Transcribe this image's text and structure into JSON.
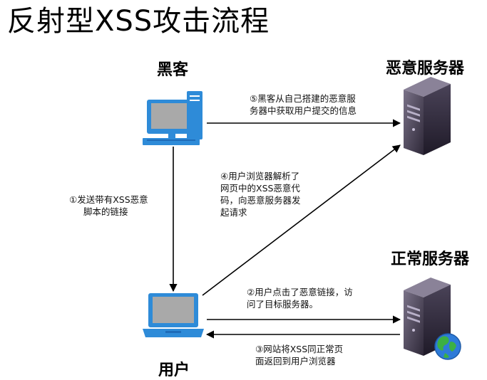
{
  "title": "反射型XSS攻击流程",
  "nodes": {
    "hacker": "黑客",
    "malicious_server": "恶意服务器",
    "normal_server": "正常服务器",
    "user": "用户"
  },
  "steps": {
    "step1": [
      "①发送带有XSS恶意",
      "脚本的链接"
    ],
    "step2": [
      "②用户点击了恶意链接，访",
      "问了目标服务器。"
    ],
    "step3": [
      "③网站将XSS同正常页",
      "面返回到用户浏览器"
    ],
    "step4": [
      "④用户浏览器解析了",
      "网页中的XSS恶意代",
      "码，向恶意服务器发",
      "起请求"
    ],
    "step5": [
      "⑤黑客从自己搭建的恶意服",
      "务器中获取用户提交的信息"
    ]
  },
  "colors": {
    "computer_blue": "#2E8BD8",
    "screen_gray": "#A9A9A9",
    "server_dark": "#3A3448",
    "server_light": "#6A6378",
    "globe_green": "#3CB043",
    "globe_blue": "#2E7BD8"
  }
}
